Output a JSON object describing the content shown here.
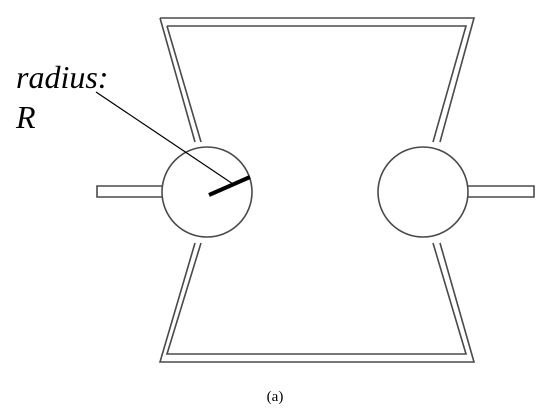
{
  "diagram": {
    "label_line1": "radius:",
    "label_line2": "R",
    "caption": "(a)",
    "colors": {
      "stroke": "#4a4a4a",
      "radius_bar": "#000000",
      "background": "#ffffff"
    }
  }
}
